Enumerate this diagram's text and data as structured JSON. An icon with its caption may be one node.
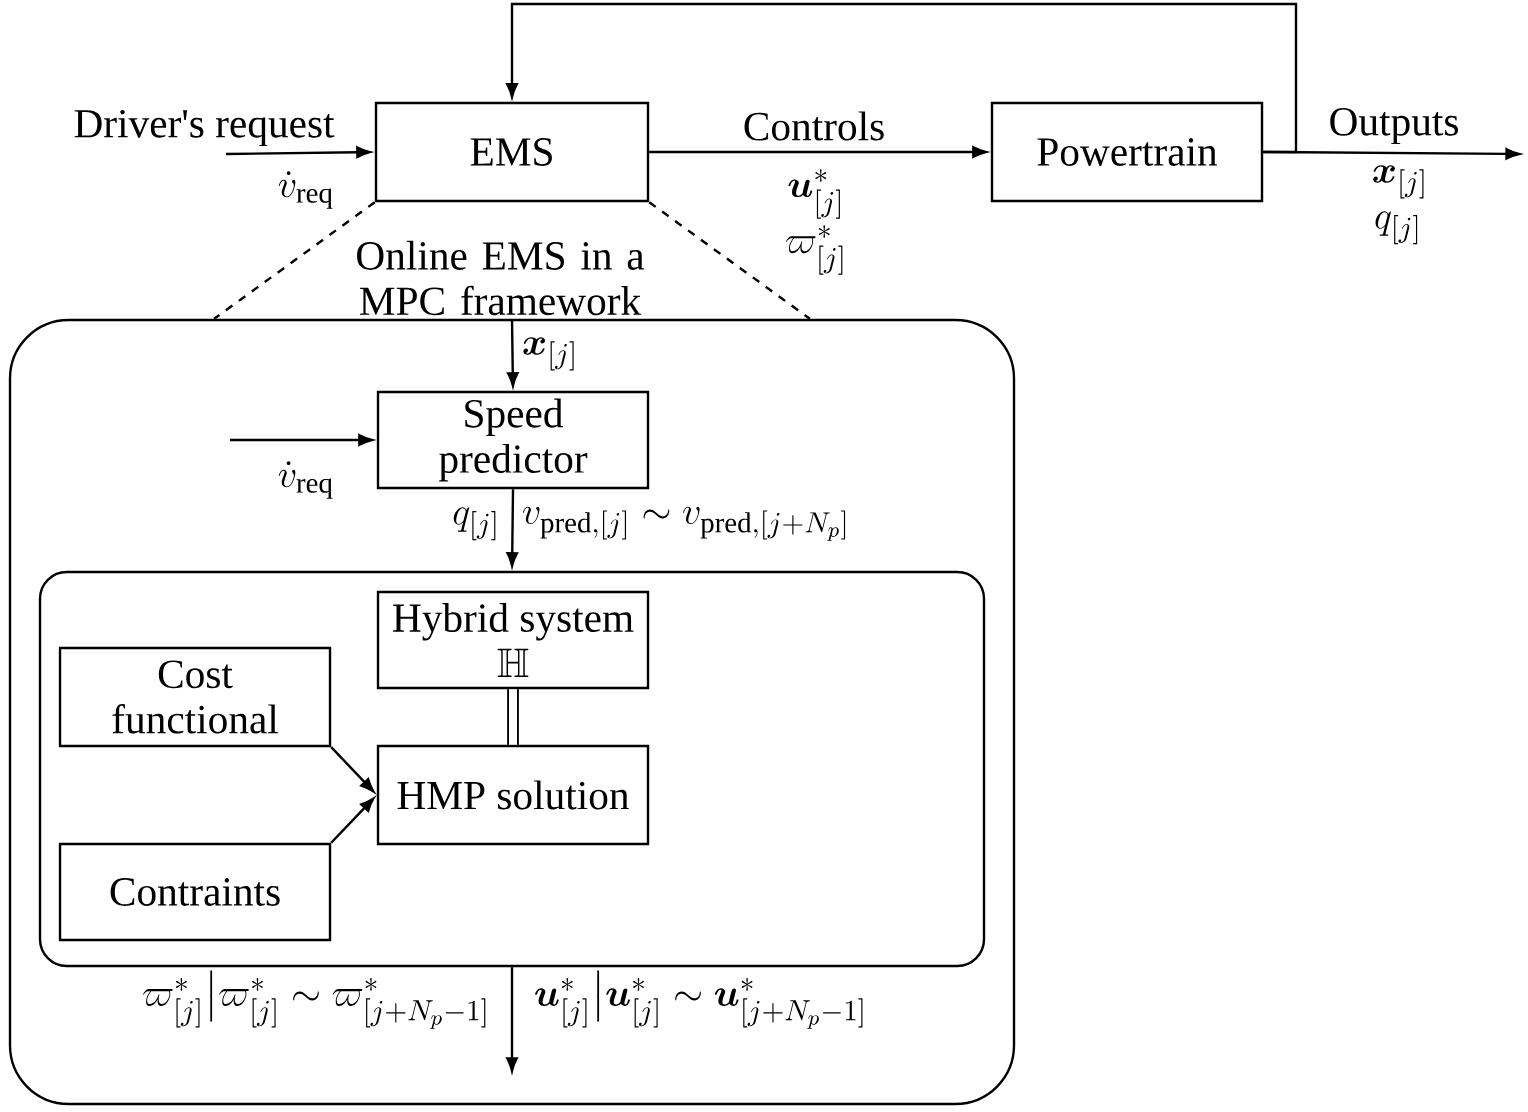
{
  "diagram": {
    "nodes": [
      {
        "text": [
          "EMS"
        ]
      },
      {
        "text": [
          "Powertrain"
        ]
      },
      {
        "text": [
          "Online EMS in a MPC framework"
        ]
      },
      {
        "text": [
          "Speed predictor"
        ],
        "in": 2
      },
      {
        "text": [],
        "shape": "box",
        "in": 2
      },
      {
        "text": [
          "Hybrid system",
          "\\mathbb{H}"
        ],
        "in": 4
      },
      {
        "text": [
          "Cost functional"
        ],
        "in": 4
      },
      {
        "text": [
          "HMP solution"
        ],
        "in": 4
      },
      {
        "text": [
          "Contraints"
        ],
        "in": 4
      }
    ],
    "edges": [
      {
        "from": null,
        "to": 0,
        "arrow": "to",
        "label": "Driver's request"
      },
      {
        "from": 0,
        "to": 1,
        "arrow": "to",
        "label": "Controls"
      },
      {
        "from": 1,
        "to": null,
        "arrow": "to",
        "label": "Outputs"
      },
      {
        "from": 1,
        "to": 0,
        "arrow": "to"
      },
      {
        "from": 0,
        "to": 2,
        "arrow": "none",
        "style": "dashed"
      },
      {
        "from": 0,
        "to": 2,
        "arrow": "none",
        "style": "dashed"
      },
      {
        "from": null,
        "to": 3,
        "arrow": "to"
      },
      {
        "from": null,
        "to": 3,
        "arrow": "to"
      },
      {
        "from": 3,
        "to": 4,
        "arrow": "to"
      },
      {
        "from": 5,
        "to": 7,
        "arrow": "none",
        "style": "thick"
      },
      {
        "from": 6,
        "to": 7,
        "arrow": "to"
      },
      {
        "from": 8,
        "to": 7,
        "arrow": "to"
      },
      {
        "from": 4,
        "to": null,
        "arrow": "to"
      }
    ],
    "labels": [
      "\\dot{v}_{\\mathrm{req}}",
      "\\boldsymbol{u}^*_{[j]}",
      "\\varpi^*_{[j]}",
      "\\boldsymbol{x}_{[j]}",
      "q_{[j]}",
      "\\boldsymbol{x}_{[j]}",
      "\\dot{v}_{\\mathrm{req}}",
      "q_{[j]}",
      "v_{\\mathrm{pred},[j]}\\sim v_{\\mathrm{pred},[j+N_p]}",
      "\\varpi^*_{[j]}\\big|\\varpi^*_{[j]}\\sim\\varpi^*_{[j+N_p-1]}",
      "\\boldsymbol{u}^*_{[j]}\\big|\\boldsymbol{u}^*_{[j]}\\sim\\boldsymbol{u}^*_{[j+N_p-1]}"
    ]
  }
}
